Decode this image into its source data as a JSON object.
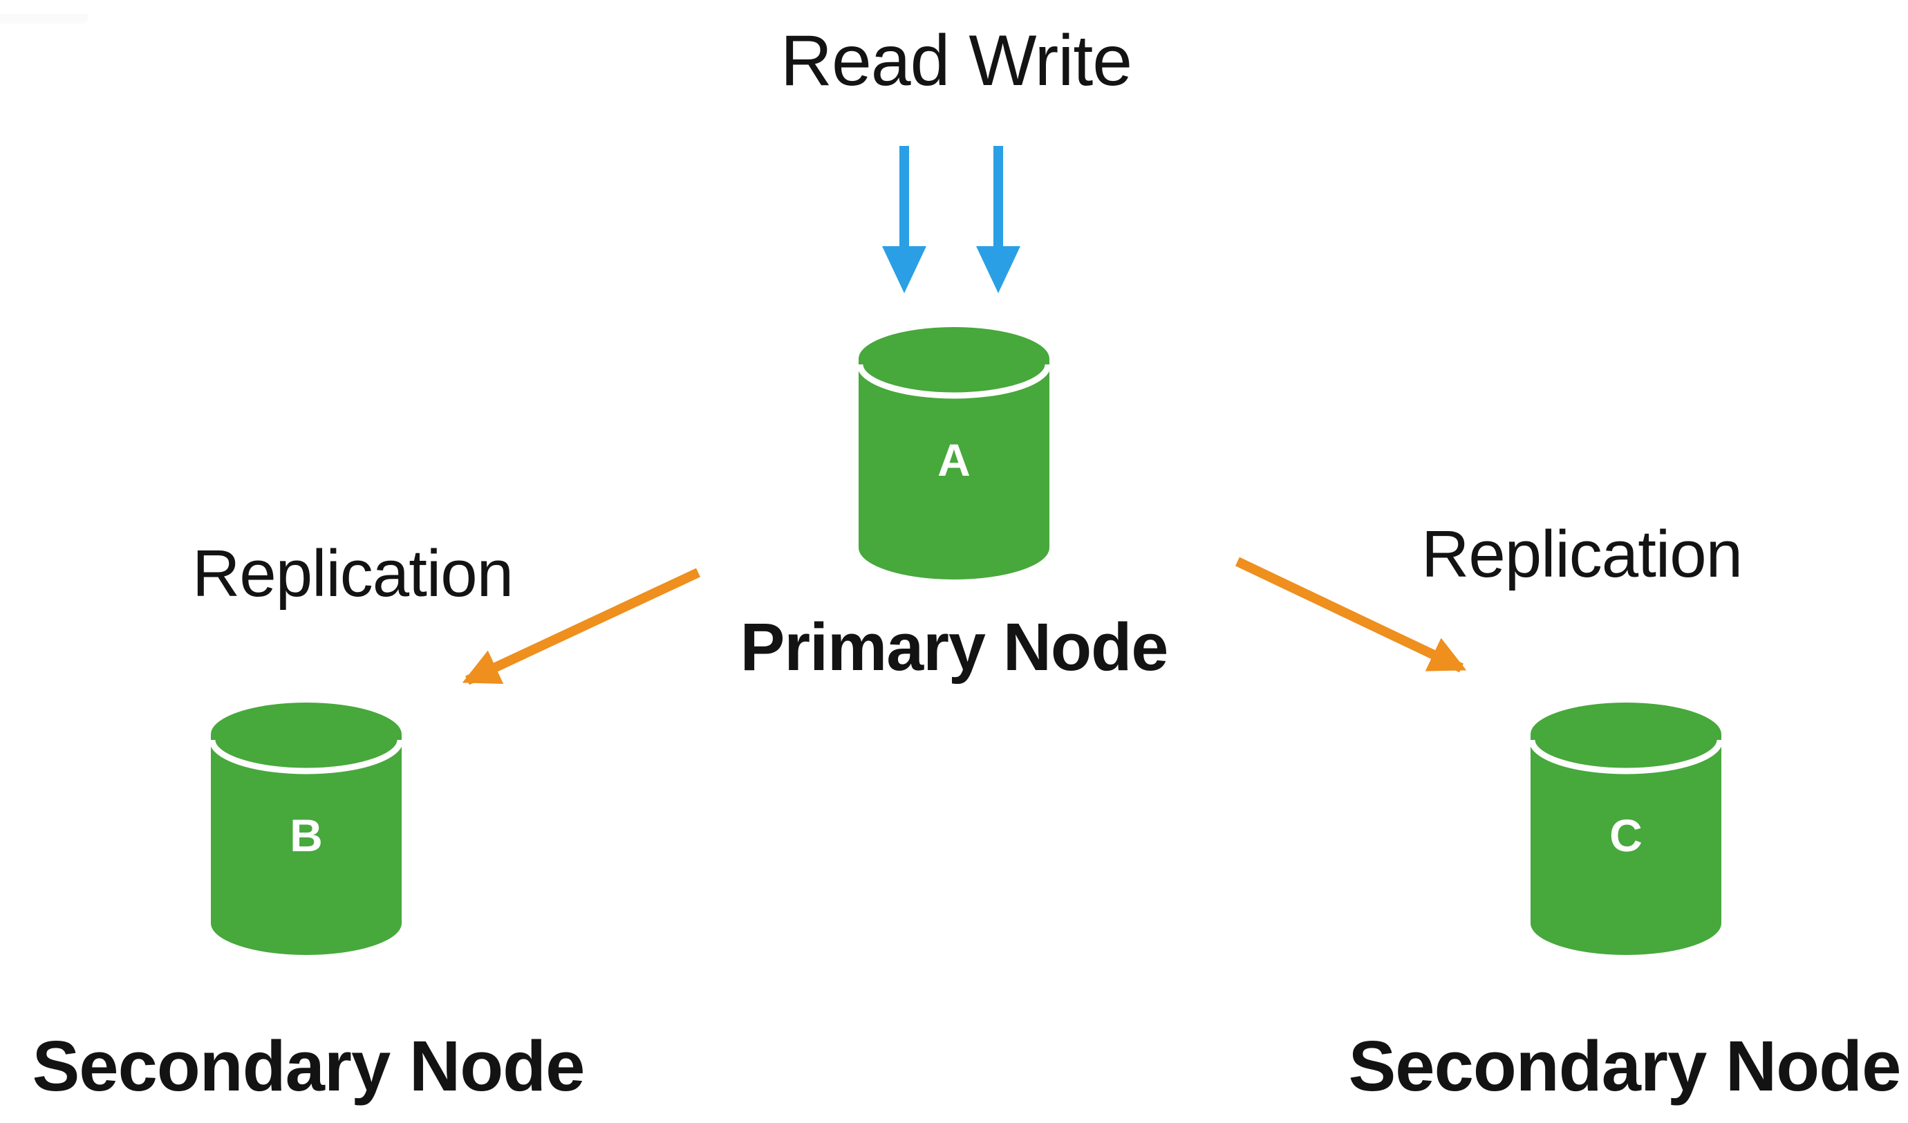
{
  "colors": {
    "background": "#ffffff",
    "node_green": "#47A83C",
    "arrow_blue": "#2B9FE5",
    "arrow_orange": "#EE8F1E",
    "text": "#131313",
    "node_letter": "#ffffff"
  },
  "labels": {
    "read_write": "Read Write",
    "replication_left": "Replication",
    "replication_right": "Replication",
    "primary": "Primary Node",
    "secondary_left": "Secondary Node",
    "secondary_right": "Secondary Node"
  },
  "nodes": {
    "primary": {
      "letter": "A"
    },
    "secondary_left": {
      "letter": "B"
    },
    "secondary_right": {
      "letter": "C"
    }
  },
  "icons": {
    "database-cylinder-icon": "green database cylinder shape",
    "write-arrow-icon": "blue vertical arrow pointing down",
    "replication-arrow-icon": "orange diagonal arrow pointing to secondary node"
  }
}
